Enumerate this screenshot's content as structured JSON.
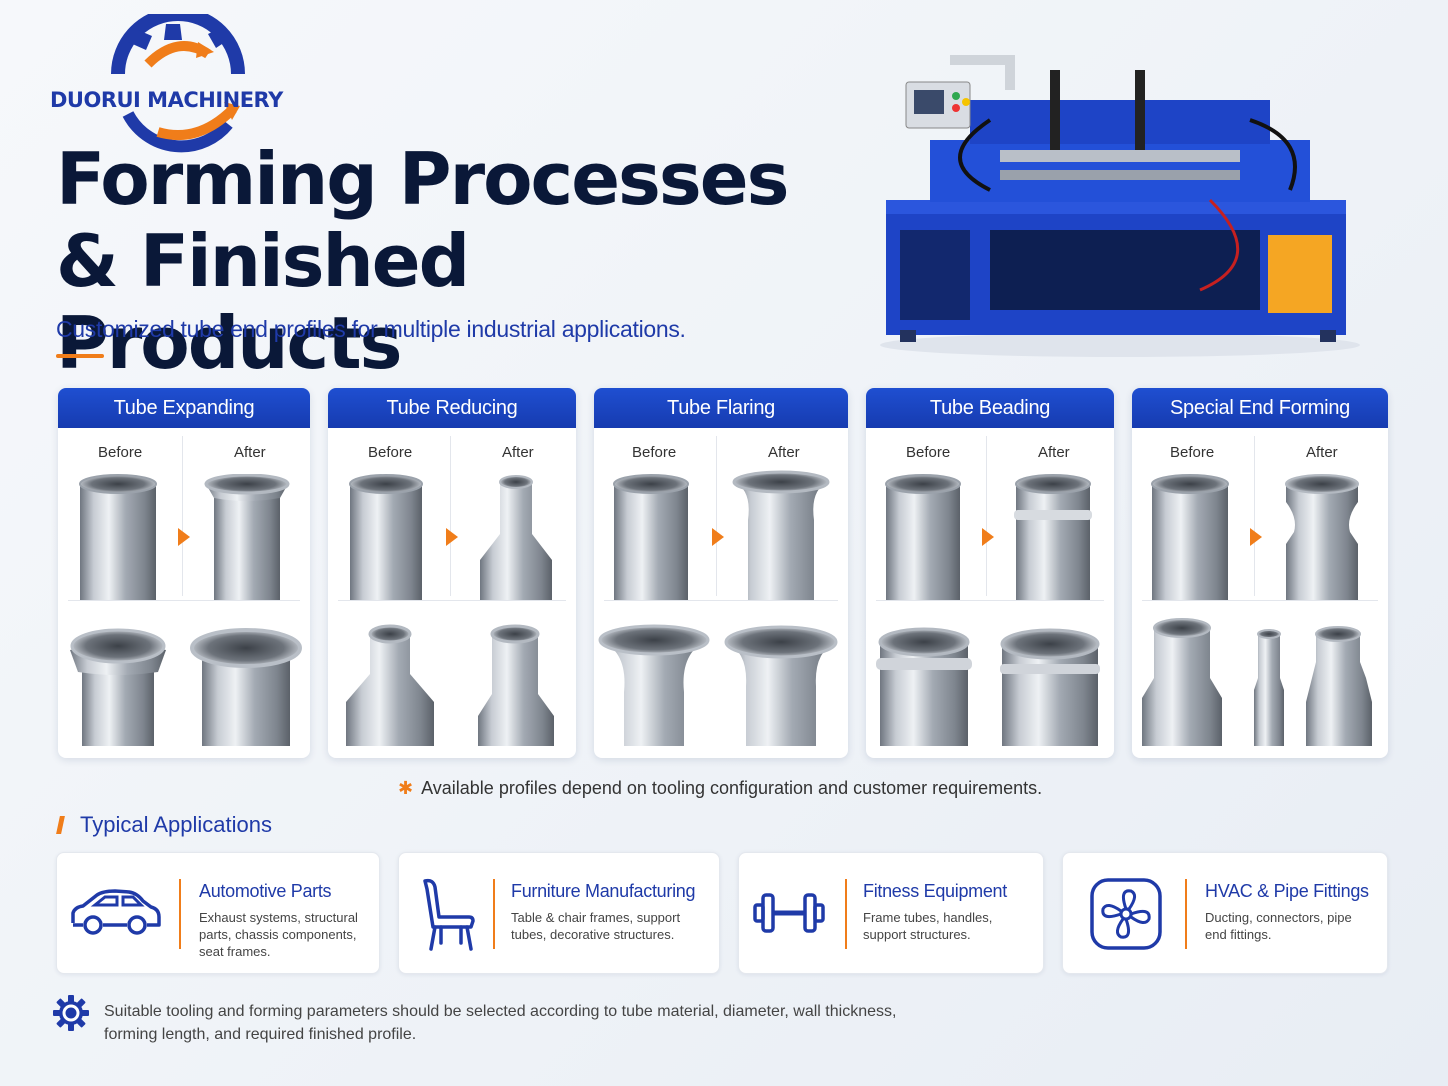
{
  "brand": {
    "name": "DUORUI MACHINERY"
  },
  "header": {
    "title": "Forming Processes & Finished Products",
    "subtitle": "Customized tube end profiles for multiple industrial applications."
  },
  "processes": [
    {
      "name": "Tube Expanding",
      "before": "Before",
      "after": "After"
    },
    {
      "name": "Tube Reducing",
      "before": "Before",
      "after": "After"
    },
    {
      "name": "Tube Flaring",
      "before": "Before",
      "after": "After"
    },
    {
      "name": "Tube Beading",
      "before": "Before",
      "after": "After"
    },
    {
      "name": "Special End Forming",
      "before": "Before",
      "after": "After"
    }
  ],
  "note": "Available profiles depend on tooling configuration and customer requirements.",
  "applications": {
    "heading": "Typical Applications",
    "items": [
      {
        "title": "Automotive Parts",
        "desc": "Exhaust systems, structural parts, chassis components, seat frames.",
        "icon": "car-icon"
      },
      {
        "title": "Furniture Manufacturing",
        "desc": "Table & chair frames, support tubes, decorative structures.",
        "icon": "chair-icon"
      },
      {
        "title": "Fitness Equipment",
        "desc": "Frame tubes, handles, support structures.",
        "icon": "dumbbell-icon"
      },
      {
        "title": "HVAC & Pipe Fittings",
        "desc": "Ducting, connectors, pipe end fittings.",
        "icon": "fan-icon"
      }
    ]
  },
  "footer": {
    "text": "Suitable tooling and forming parameters should be selected according to tube material, diameter, wall thickness, forming length, and required finished profile.",
    "icon": "gear-icon"
  },
  "colors": {
    "brand_blue": "#1f3aa8",
    "header_blue": "#1f4fd1",
    "accent_orange": "#f07d1a",
    "machine_yellow": "#f5a623"
  }
}
